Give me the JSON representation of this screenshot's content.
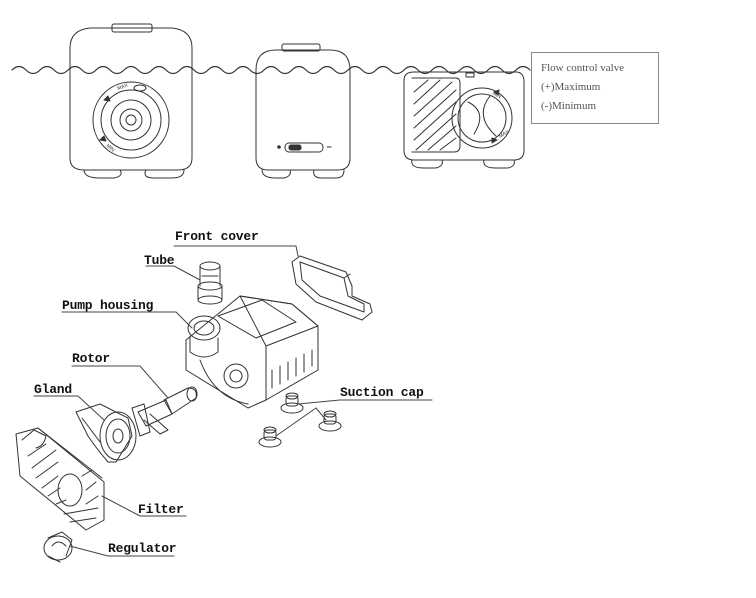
{
  "legend": {
    "title": "Flow control valve",
    "plus": "(+)Maximum",
    "minus": "(-)Minimum"
  },
  "views": {
    "front_dial_max": "MAX",
    "front_dial_min": "MIN",
    "side_dial_min": "MIN",
    "side_dial_max": "MAX"
  },
  "parts": {
    "front_cover": "Front cover",
    "tube": "Tube",
    "pump_housing": "Pump housing",
    "rotor": "Rotor",
    "gland": "Gland",
    "suction_cap": "Suction cap",
    "filter": "Filter",
    "regulator": "Regulator"
  },
  "colors": {
    "line": "#333333",
    "label": "#111111",
    "legend_text": "#555555",
    "legend_border": "#888888"
  }
}
